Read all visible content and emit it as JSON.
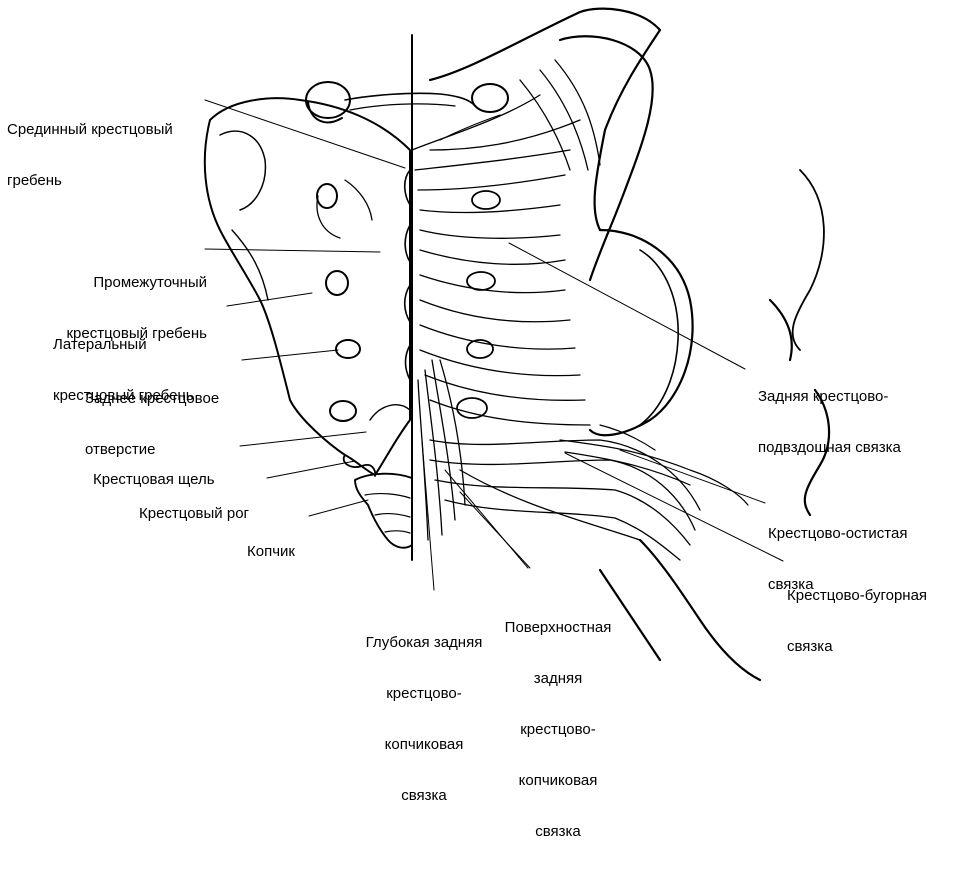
{
  "colors": {
    "ink": "#000000",
    "paper": "#ffffff"
  },
  "labels": {
    "median_crest": [
      "Срединный крестцовый",
      "гребень"
    ],
    "intermediate_crest": [
      "Промежуточный",
      "крестцовый гребень"
    ],
    "lateral_crest": [
      "Латеральный",
      "крестцовый гребень"
    ],
    "posterior_foramen": [
      "Заднее крестцовое",
      "отверстие"
    ],
    "sacral_hiatus": [
      "Крестцовая щель"
    ],
    "sacral_horn": [
      "Крестцовый рог"
    ],
    "coccyx": [
      "Копчик"
    ],
    "deep_ligament": [
      "Глубокая задняя",
      "крестцово-",
      "копчиковая",
      "связка"
    ],
    "superficial_ligament": [
      "Поверхностная",
      "задняя",
      "крестцово-",
      "копчиковая",
      "связка"
    ],
    "posterior_sacroiliac": [
      "Задняя крестцово-",
      "подвздошная связка"
    ],
    "sacrospinous": [
      "Крестцово-остистая",
      "связка"
    ],
    "sacrotuberous": [
      "Крестцово-бугорная",
      "связка"
    ]
  }
}
